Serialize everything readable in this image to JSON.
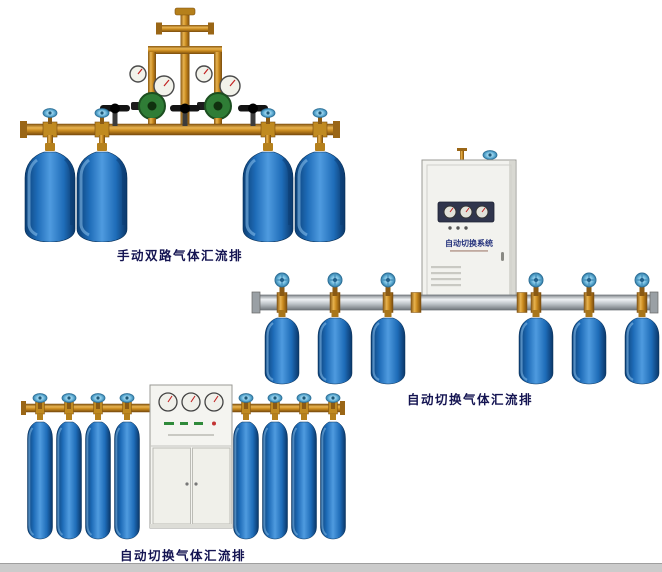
{
  "page": {
    "background": "#ffffff"
  },
  "products": [
    {
      "name": "manual-dual-gas-manifold",
      "caption": "手动双路气体汇流排",
      "cylinder_count": 4,
      "black_valve_count": 3,
      "regulator_count": 2
    },
    {
      "name": "auto-switch-gas-manifold-with-cabinet",
      "caption": "自动切换气体汇流排",
      "cylinder_count": 6,
      "cabinet_title": "自动切换系统",
      "cabinet_gauge_count": 3
    },
    {
      "name": "auto-switch-gas-manifold-panel",
      "caption": "自动切换气体汇流排",
      "cylinder_count": 8,
      "cabinet_gauge_count": 3
    }
  ],
  "colors": {
    "cylinder_blue": "#1e6cb8",
    "brass": "#c98a1e",
    "rail_silver": "#c3c9ce",
    "caption_text": "#141452",
    "valve_wheel_blue": "#6fb9dd",
    "regulator_green": "#2f7d36",
    "cabinet_white": "#f2f2ee"
  }
}
